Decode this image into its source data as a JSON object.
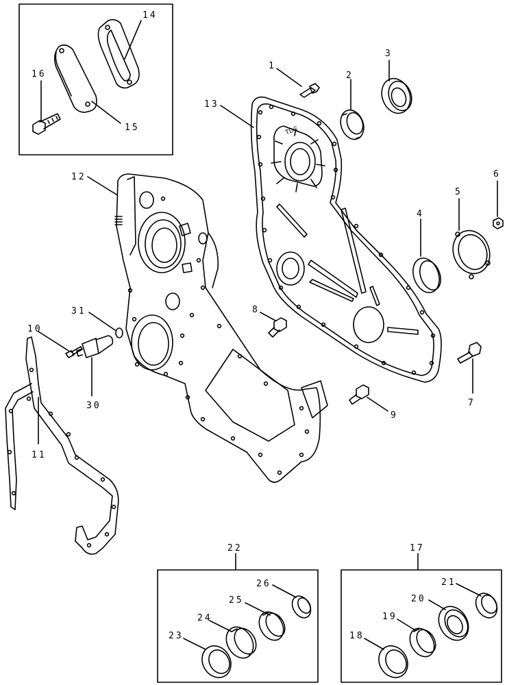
{
  "callouts": {
    "c1": "1",
    "c2": "2",
    "c3": "3",
    "c4": "4",
    "c5": "5",
    "c6": "6",
    "c7": "7",
    "c8": "8",
    "c9": "9",
    "c10": "10",
    "c11": "11",
    "c12": "12",
    "c13": "13",
    "c14": "14",
    "c15": "15",
    "c16": "16",
    "c17": "17",
    "c18": "18",
    "c19": "19",
    "c20": "20",
    "c21": "21",
    "c22": "22",
    "c23": "23",
    "c24": "24",
    "c25": "25",
    "c26": "26",
    "c30": "30",
    "c31": "31"
  },
  "cover_marking": "TDC"
}
